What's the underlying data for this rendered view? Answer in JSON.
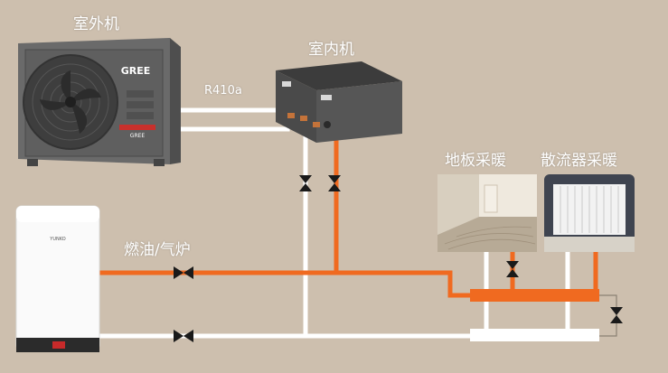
{
  "labels": {
    "outdoor_unit": "室外机",
    "indoor_unit": "室内机",
    "refrigerant": "R410a",
    "boiler": "燃油/气炉",
    "floor_heating": "地板采暖",
    "radiator_heating": "散流器采暖"
  },
  "brand": {
    "outdoor_logo": "GREE",
    "outdoor_badge": "GREE",
    "boiler_logo": "YUNKO"
  },
  "colors": {
    "background": "#cdbfae",
    "hot_pipe": "#f06a20",
    "return_pipe": "#ffffff",
    "unit_gray": "#6e6e6e",
    "valve": "#1a1a1a"
  }
}
